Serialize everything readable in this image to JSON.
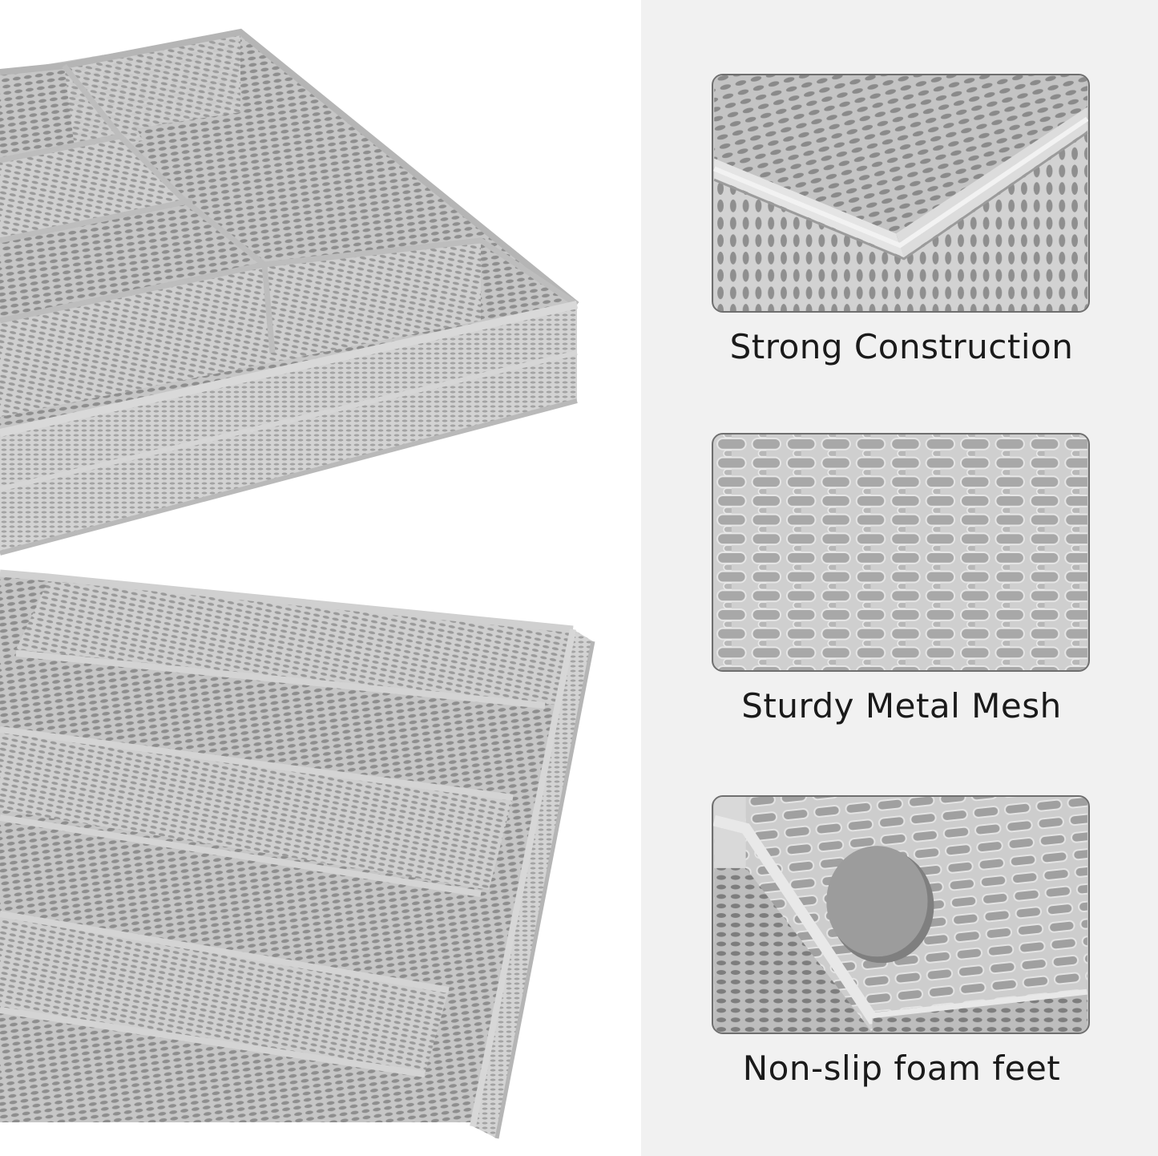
{
  "features": [
    {
      "label": "Strong Construction",
      "image_icon": "mesh-corner-closeup"
    },
    {
      "label": "Sturdy Metal Mesh",
      "image_icon": "mesh-pattern-closeup"
    },
    {
      "label": "Non-slip foam feet",
      "image_icon": "foam-foot-closeup"
    }
  ],
  "colors": {
    "background": "#ffffff",
    "panel": "#f1f1f1",
    "metal": "#c9c9c9",
    "metal_dark": "#9a9a9a",
    "text": "#1a1a1a"
  }
}
